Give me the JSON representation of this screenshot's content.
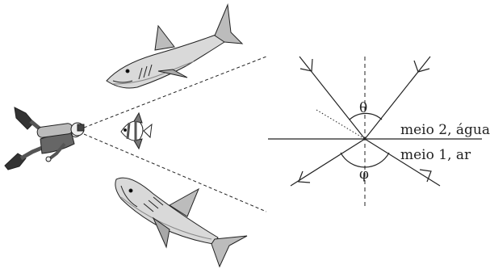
{
  "figure": {
    "labels": {
      "theta": "θ",
      "phi": "φ",
      "medium2": "meio 2, água",
      "medium1": "meio 1, ar"
    },
    "colors": {
      "ink": "#222222",
      "shark_body": "#d9d9d9",
      "shark_shade": "#a8a8a8",
      "diver_suit": "#555555",
      "fish": "#777777"
    },
    "elements": [
      "diver-figure",
      "upper-shark",
      "lower-shark",
      "small-striped-fish",
      "dashed-sight-lines",
      "refraction-diagram"
    ]
  }
}
